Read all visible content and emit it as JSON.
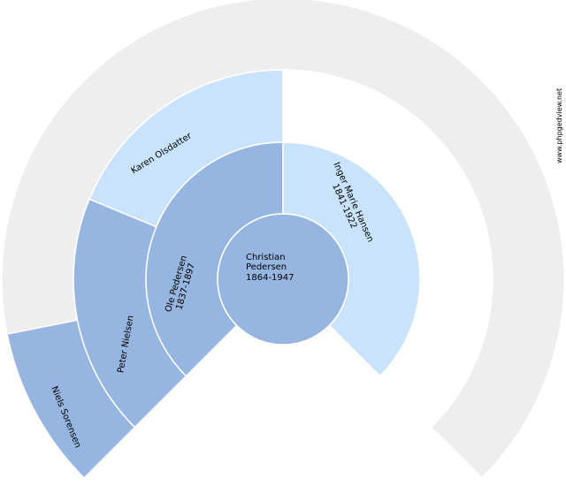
{
  "colors": {
    "background": "#ffffff",
    "empty": "#eeeeee",
    "male": "#96b5e0",
    "female": "#c9e3fd",
    "border": "#ffffff"
  },
  "watermark": "www.phpgedview.net",
  "root": {
    "name_line1": "Christian",
    "name_line2": "Pedersen",
    "years": "1864-1947",
    "sex": "M"
  },
  "generation1": [
    {
      "name": "Ole Pedersen",
      "years": "1837-1897",
      "sex": "M"
    },
    {
      "name": "Inger Marie Hansen",
      "years": "1841-1922",
      "sex": "F"
    }
  ],
  "generation2": [
    {
      "name": "Peter Nielsen",
      "years": "",
      "sex": "M"
    },
    {
      "name": "Karen Olsdatter",
      "years": "",
      "sex": "F"
    }
  ],
  "generation3": [
    {
      "name": "Niels Sorensen",
      "years": "",
      "sex": "M"
    }
  ]
}
